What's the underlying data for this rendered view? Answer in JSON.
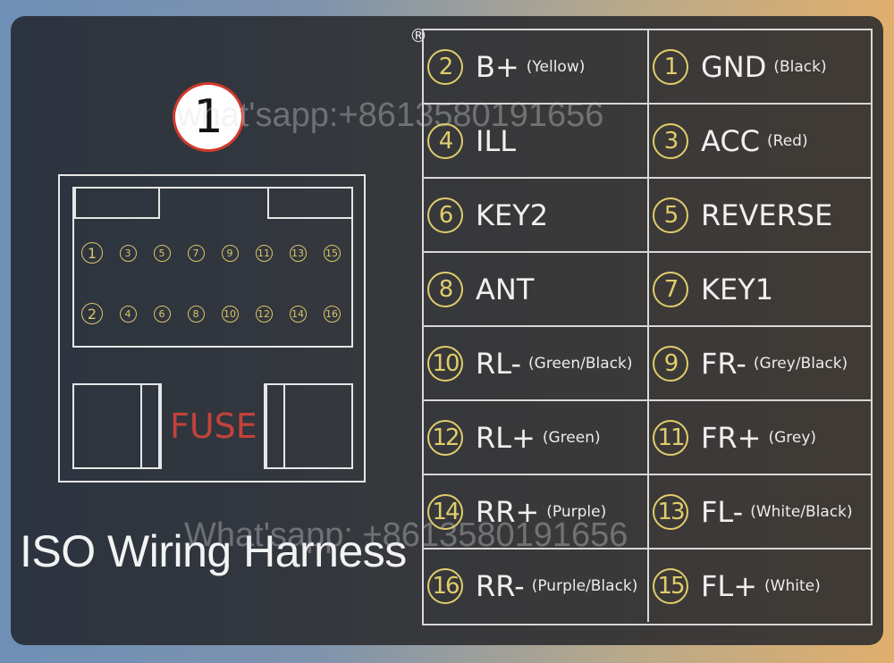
{
  "badge_number": "1",
  "registered_mark": "®",
  "connector": {
    "top_pins": [
      "1",
      "3",
      "5",
      "7",
      "9",
      "11",
      "13",
      "15"
    ],
    "bottom_pins": [
      "2",
      "4",
      "6",
      "8",
      "10",
      "12",
      "14",
      "16"
    ],
    "fuse_label": "FUSE"
  },
  "title": "ISO Wiring Harness",
  "watermarks": [
    "what'sapp:+8613580191656",
    "What'sapp: +8613580191656"
  ],
  "colors": {
    "pin_number": "#e0cd6b",
    "fuse_text": "#c2433a"
  },
  "pin_table": [
    {
      "left": {
        "num": "2",
        "signal": "B+",
        "color": "(Yellow)"
      },
      "right": {
        "num": "1",
        "signal": "GND",
        "color": "(Black)"
      }
    },
    {
      "left": {
        "num": "4",
        "signal": "ILL",
        "color": ""
      },
      "right": {
        "num": "3",
        "signal": "ACC",
        "color": "(Red)"
      }
    },
    {
      "left": {
        "num": "6",
        "signal": "KEY2",
        "color": ""
      },
      "right": {
        "num": "5",
        "signal": "REVERSE",
        "color": ""
      }
    },
    {
      "left": {
        "num": "8",
        "signal": "ANT",
        "color": ""
      },
      "right": {
        "num": "7",
        "signal": "KEY1",
        "color": ""
      }
    },
    {
      "left": {
        "num": "10",
        "signal": "RL-",
        "color": "(Green/Black)"
      },
      "right": {
        "num": "9",
        "signal": "FR-",
        "color": "(Grey/Black)"
      }
    },
    {
      "left": {
        "num": "12",
        "signal": "RL+",
        "color": "(Green)"
      },
      "right": {
        "num": "11",
        "signal": "FR+",
        "color": "(Grey)"
      }
    },
    {
      "left": {
        "num": "14",
        "signal": "RR+",
        "color": "(Purple)"
      },
      "right": {
        "num": "13",
        "signal": "FL-",
        "color": "(White/Black)"
      }
    },
    {
      "left": {
        "num": "16",
        "signal": "RR-",
        "color": "(Purple/Black)"
      },
      "right": {
        "num": "15",
        "signal": "FL+",
        "color": "(White)"
      }
    }
  ]
}
